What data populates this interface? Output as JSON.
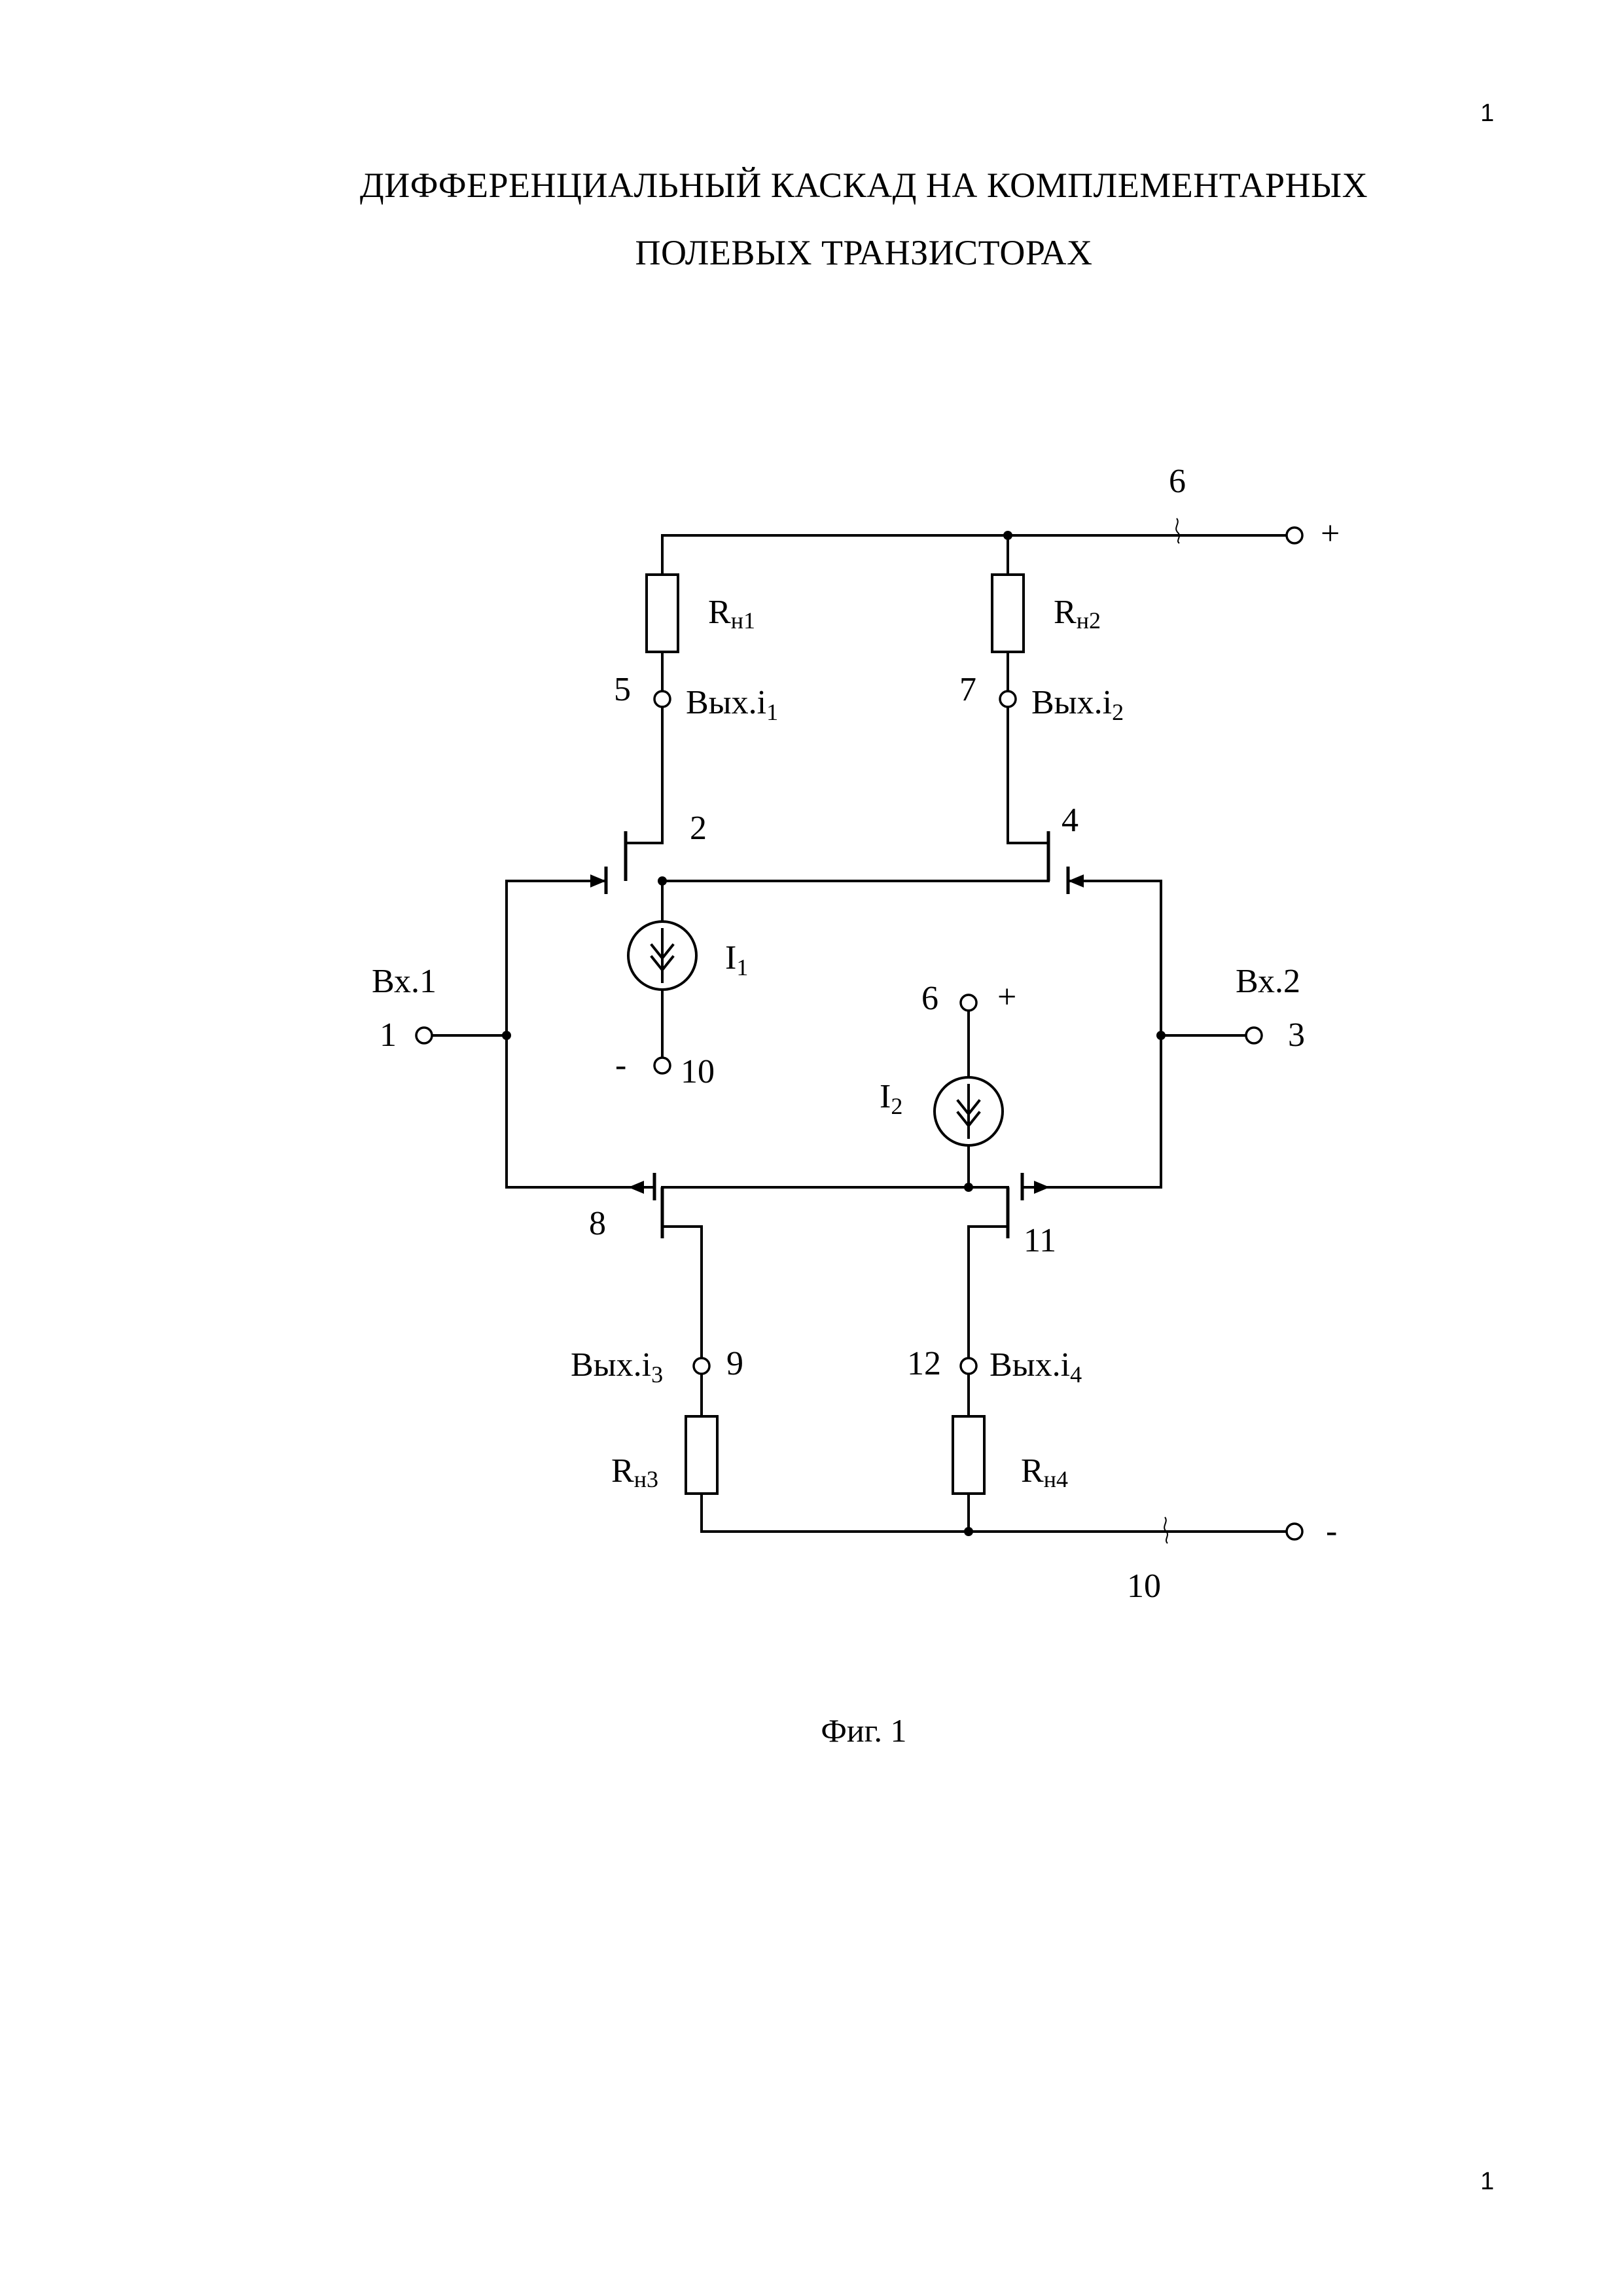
{
  "page_number_top": "1",
  "page_number_bottom": "1",
  "title": {
    "line1": "ДИФФЕРЕНЦИАЛЬНЫЙ КАСКАД НА КОМПЛЕМЕНТАРНЫХ",
    "line2": "ПОЛЕВЫХ ТРАНЗИСТОРАХ"
  },
  "figure": {
    "caption": "Фиг. 1",
    "nodes": {
      "n6_top": "6",
      "plus_top": "+",
      "n5": "5",
      "n7": "7",
      "n2": "2",
      "n4": "4",
      "n1": "1",
      "n3": "3",
      "n10_mid": "10",
      "minus_mid": "-",
      "n6_mid": "6",
      "plus_mid": "+",
      "n8": "8",
      "n11": "11",
      "n9": "9",
      "n12": "12",
      "minus_bottom": "-",
      "n10_bottom": "10"
    },
    "labels": {
      "in1": "Вх.1",
      "in2": "Вх.2",
      "rh1": {
        "main": "R",
        "sub": "н1"
      },
      "rh2": {
        "main": "R",
        "sub": "н2"
      },
      "rh3": {
        "main": "R",
        "sub": "н3"
      },
      "rh4": {
        "main": "R",
        "sub": "н4"
      },
      "out1": {
        "main": "Вых.i",
        "sub": "1"
      },
      "out2": {
        "main": "Вых.i",
        "sub": "2"
      },
      "out3": {
        "main": "Вых.i",
        "sub": "3"
      },
      "out4": {
        "main": "Вых.i",
        "sub": "4"
      },
      "i1": {
        "main": "I",
        "sub": "1"
      },
      "i2": {
        "main": "I",
        "sub": "2"
      }
    }
  }
}
